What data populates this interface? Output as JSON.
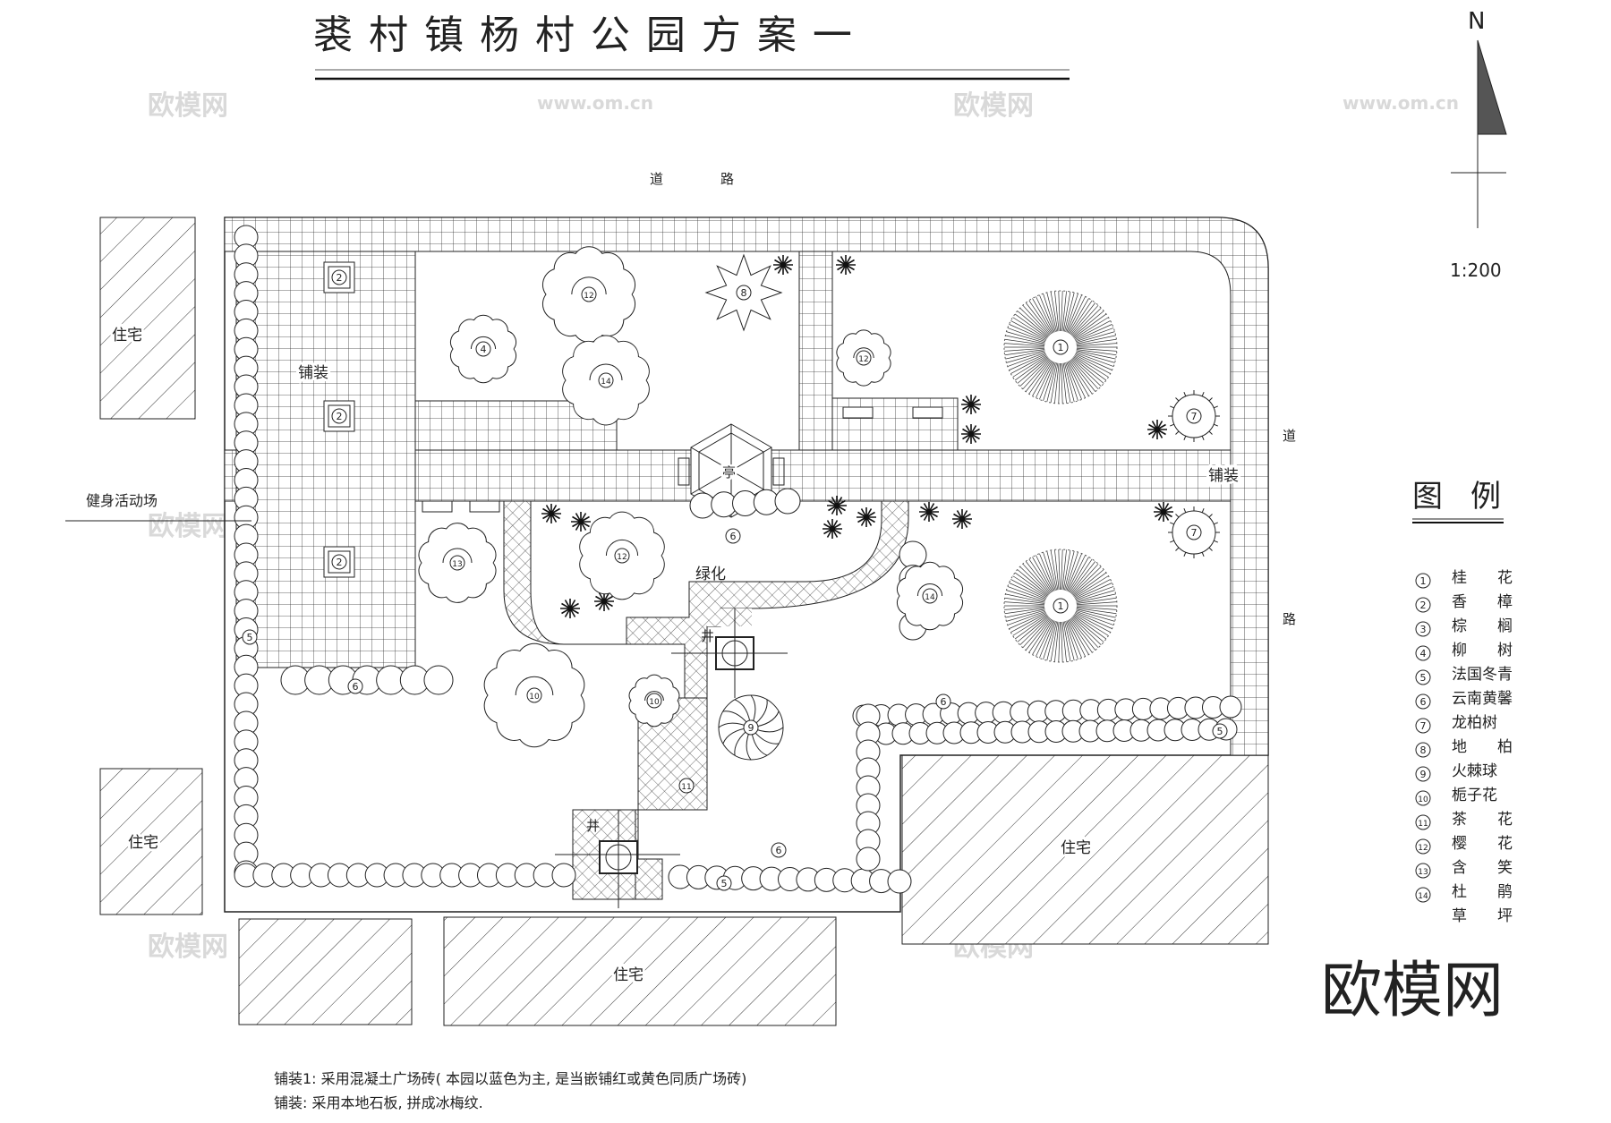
{
  "title": "裘 村 镇 杨 村 公 园 方 案 一",
  "north": {
    "label": "N",
    "scale": "1:200"
  },
  "labels": {
    "road_top_1": "道",
    "road_top_2": "路",
    "road_right_1": "道",
    "road_right_2": "路",
    "fitness": "健身活动场",
    "paving_left": "铺装",
    "paving_right": "铺装",
    "green": "绿化",
    "pavilion": "亭",
    "well_1": "井",
    "well_2": "井",
    "res_1": "住宅",
    "res_2": "住宅",
    "res_3": "住宅",
    "res_4": "住宅"
  },
  "plant_markers": [
    "2",
    "2",
    "2",
    "12",
    "8",
    "4",
    "14",
    "12",
    "1",
    "7",
    "13",
    "12",
    "1",
    "7",
    "14",
    "10",
    "10",
    "9",
    "11",
    "6",
    "6",
    "6",
    "6",
    "5",
    "5",
    "5"
  ],
  "legend": {
    "title_1": "图",
    "title_2": "例",
    "items": [
      {
        "num": "1",
        "name": "桂　　花"
      },
      {
        "num": "2",
        "name": "香　　樟"
      },
      {
        "num": "3",
        "name": "棕　　榈"
      },
      {
        "num": "4",
        "name": "柳　　树"
      },
      {
        "num": "5",
        "name": "法国冬青"
      },
      {
        "num": "6",
        "name": "云南黄馨"
      },
      {
        "num": "7",
        "name": "龙柏树"
      },
      {
        "num": "8",
        "name": "地　　柏"
      },
      {
        "num": "9",
        "name": "火棘球"
      },
      {
        "num": "10",
        "name": "栀子花"
      },
      {
        "num": "11",
        "name": "茶　　花"
      },
      {
        "num": "12",
        "name": "樱　　花"
      },
      {
        "num": "13",
        "name": "含　　笑"
      },
      {
        "num": "14",
        "name": "杜　　鹃"
      },
      {
        "num": "",
        "name": "草　　坪"
      }
    ]
  },
  "notes": [
    "铺装1: 采用混凝土广场砖( 本园以蓝色为主, 是当嵌铺红或黄色同质广场砖)",
    "铺装: 采用本地石板, 拼成冰梅纹."
  ],
  "watermark": {
    "logo": "欧模网",
    "url": "www.om.cn"
  }
}
